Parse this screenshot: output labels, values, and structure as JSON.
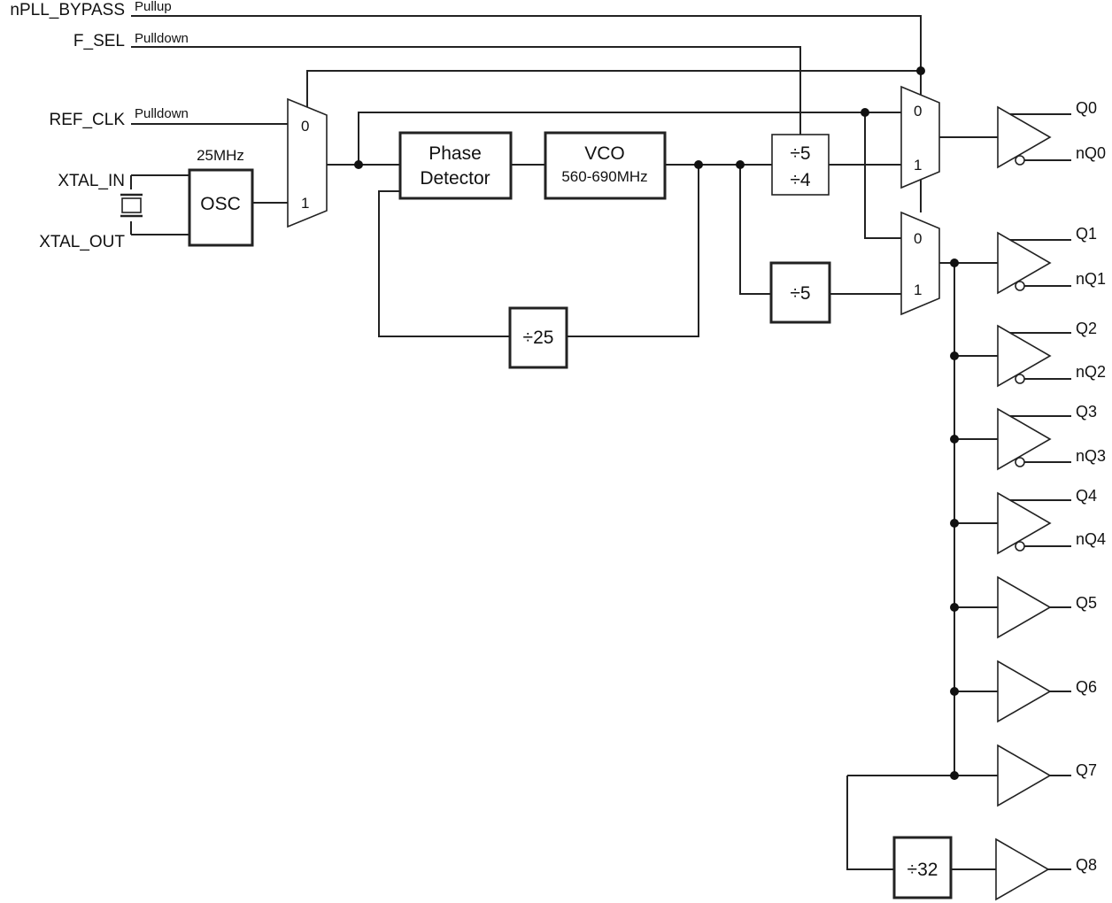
{
  "inputs": {
    "npll_bypass": "nPLL_BYPASS",
    "npll_bypass_pull": "Pullup",
    "f_sel": "F_SEL",
    "f_sel_pull": "Pulldown",
    "ref_clk": "REF_CLK",
    "ref_clk_pull": "Pulldown",
    "xtal_in": "XTAL_IN",
    "xtal_out": "XTAL_OUT"
  },
  "blocks": {
    "osc_freq": "25MHz",
    "osc": "OSC",
    "phase_detector_line1": "Phase",
    "phase_detector_line2": "Detector",
    "vco": "VCO",
    "vco_range": "560-690MHz",
    "div25": "÷25",
    "div5_4_top": "÷5",
    "div5_4_bottom": "÷4",
    "div5": "÷5",
    "div32": "÷32"
  },
  "mux": {
    "in0": "0",
    "in1": "1"
  },
  "outputs": {
    "q0": "Q0",
    "nq0": "nQ0",
    "q1": "Q1",
    "nq1": "nQ1",
    "q2": "Q2",
    "nq2": "nQ2",
    "q3": "Q3",
    "nq3": "nQ3",
    "q4": "Q4",
    "nq4": "nQ4",
    "q5": "Q5",
    "q6": "Q6",
    "q7": "Q7",
    "q8": "Q8"
  }
}
